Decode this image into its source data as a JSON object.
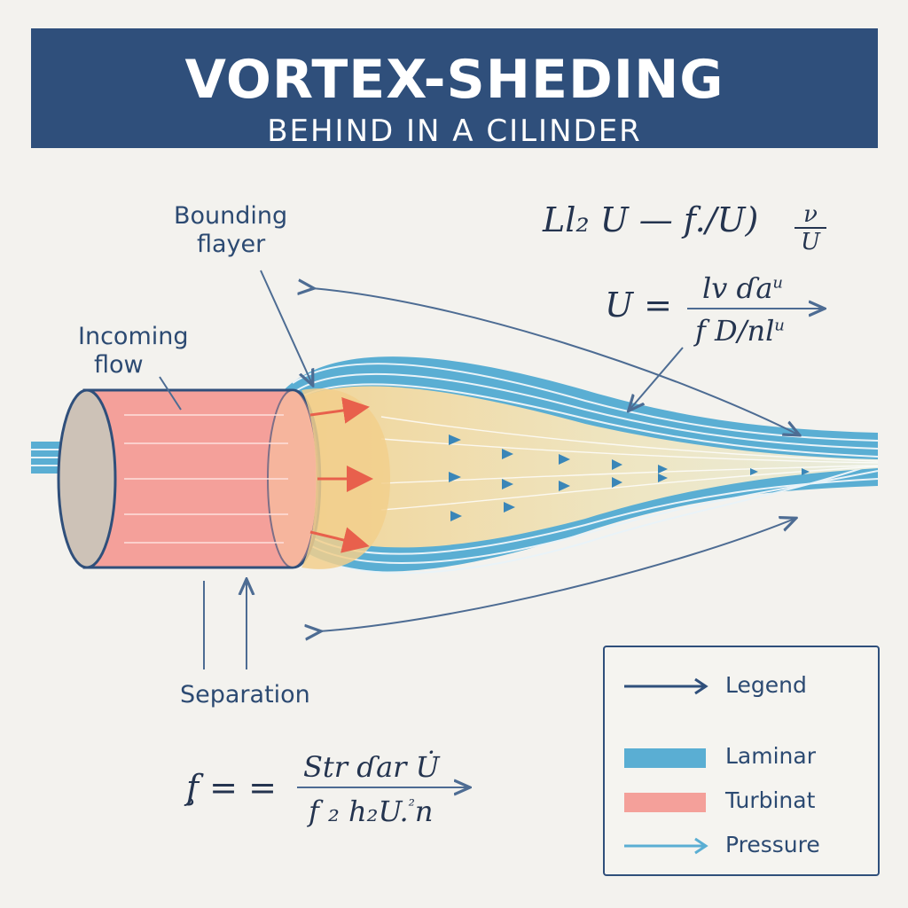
{
  "header": {
    "title": "VORTEX-SHEDING",
    "subtitle": "BEHIND IN A CILINDER"
  },
  "labels": {
    "bounding_line1": "Bounding",
    "bounding_line2": "flayer",
    "incoming_line1": "Incoming",
    "incoming_line2": "flow",
    "separation": "Separation"
  },
  "formulas": {
    "top_line": "Ll₂ U — f./U)",
    "top_sup": "ν",
    "top_den": "U",
    "mid_left": "U =",
    "mid_num": "lv ɗa",
    "mid_num_sup": "u",
    "mid_den": "f D/nl",
    "mid_den_sup": "u",
    "bottom_left": "f̧ = =",
    "bottom_num": "Str ɗar U̇",
    "bottom_den": "f ₂ h₂U.",
    "bottom_den_sup": "²",
    "bottom_den_tail": "n"
  },
  "legend": {
    "items": [
      {
        "label": "Legend",
        "swatch": "arrow",
        "color": "#2f4f7b"
      },
      {
        "label": "Laminar",
        "swatch": "bar",
        "color": "#5aaed3"
      },
      {
        "label": "Turbinat",
        "swatch": "bar",
        "color": "#f4a09a"
      },
      {
        "label": "Pressure",
        "swatch": "arrow",
        "color": "#5aaed3"
      }
    ]
  },
  "colors": {
    "navy": "#2f4f7b",
    "laminar_blue": "#5aaed3",
    "cylinder_red": "#f4a09a",
    "wake_yellow": "#f0d9a0",
    "arrow_red": "#e8604c"
  }
}
